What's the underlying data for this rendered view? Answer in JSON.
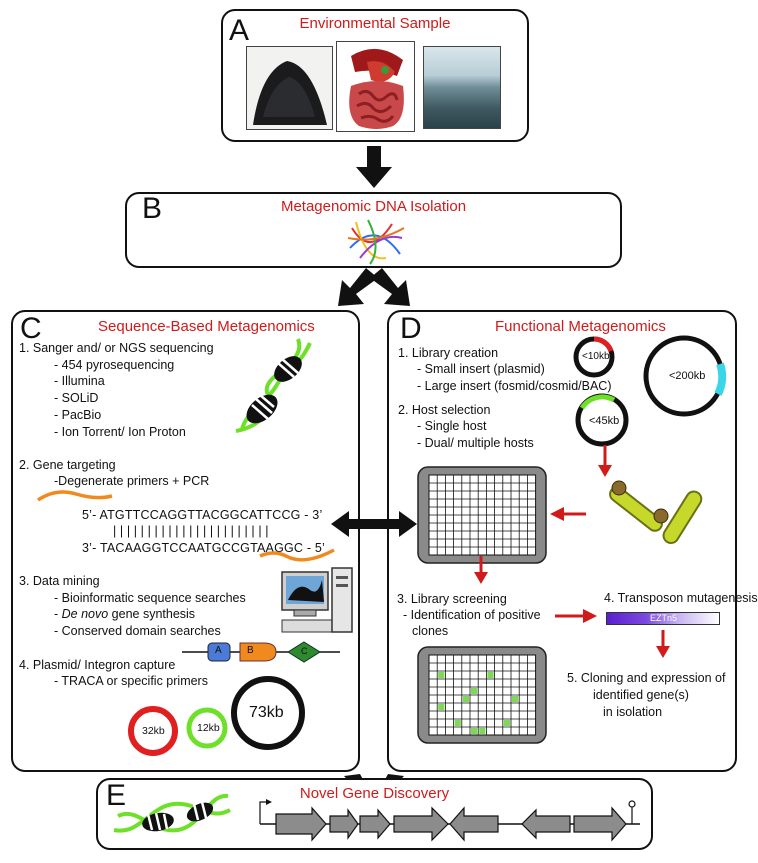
{
  "panels": {
    "a": {
      "letter": "A",
      "title": "Environmental Sample"
    },
    "b": {
      "letter": "B",
      "title": "Metagenomic DNA Isolation"
    },
    "c": {
      "letter": "C",
      "title": "Sequence-Based Metagenomics",
      "step1": {
        "heading": "1. Sanger and/ or NGS sequencing",
        "items": [
          "- 454 pyrosequencing",
          "- Illumina",
          "- SOLiD",
          "- PacBio",
          "- Ion Torrent/ Ion Proton"
        ]
      },
      "step2": {
        "heading": "2. Gene targeting",
        "item": "-Degenerate primers + PCR",
        "seq_top": "5’- ATGTTCCAGGTTACGGCATTCCG - 3’",
        "seq_pipes": "| | | | | | | | | | | | | | | | | | | | | | |",
        "seq_bottom": "3’- TACAAGGTCCAATGCCGTAAGGC - 5’"
      },
      "step3": {
        "heading": "3. Data mining",
        "item1": "- Bioinformatic sequence searches",
        "item2_prefix": "- ",
        "item2_italic": "De novo",
        "item2_suffix": " gene synthesis",
        "item3": "- Conserved domain searches",
        "domains": [
          "A",
          "B",
          "C"
        ]
      },
      "step4": {
        "heading": "4. Plasmid/ Integron capture",
        "item": "- TRACA or specific primers",
        "plasmids": [
          "32kb",
          "12kb",
          "73kb"
        ]
      }
    },
    "d": {
      "letter": "D",
      "title": "Functional Metagenomics",
      "step1": {
        "heading": "1. Library creation",
        "items": [
          "- Small insert (plasmid)",
          "- Large insert (fosmid/cosmid/BAC)"
        ]
      },
      "step2": {
        "heading": "2. Host selection",
        "items": [
          "- Single host",
          "- Dual/ multiple hosts"
        ]
      },
      "vectors": [
        "<10kb",
        "<200kb",
        "<45kb"
      ],
      "step3": {
        "heading": "3. Library screening",
        "item_line1": "- Identification of positive",
        "item_line2": "clones"
      },
      "step4": {
        "heading": "4. Transposon mutagenesis",
        "transposon": "EZTn5"
      },
      "step5": {
        "line1": "5. Cloning and expression of",
        "line2": "identified gene(s)",
        "line3": "in isolation"
      }
    },
    "e": {
      "letter": "E",
      "title": "Novel Gene Discovery"
    }
  },
  "colors": {
    "title_red": "#d11a1a",
    "helix_green": "#6ee02a",
    "primer_orange": "#f08a1e",
    "plate_gray": "#8a8a8a",
    "positive_green": "#7ed957",
    "bacteria_green": "#c6d92a",
    "vector_cyan": "#3ad6e8",
    "transposon_purple": "#6a2bd9"
  }
}
